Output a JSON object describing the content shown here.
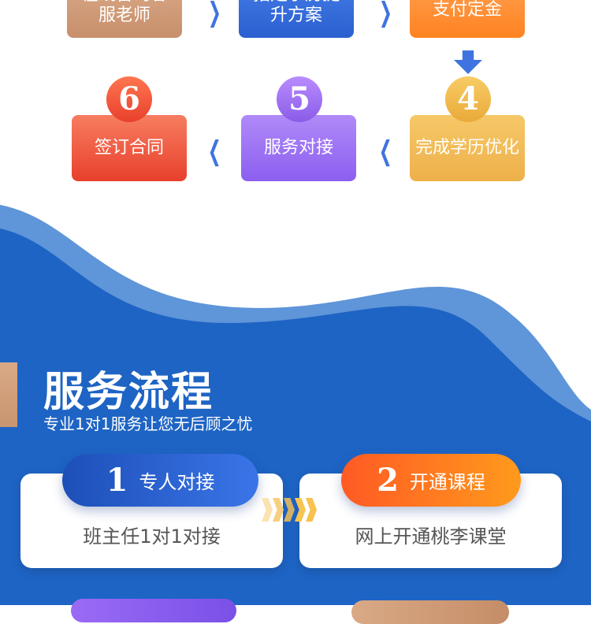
{
  "flow_top": [
    {
      "label": "在线咨询客服老师",
      "visible": "服老师",
      "color": "#c9916c"
    },
    {
      "label": "指定学历提升方案",
      "visible": "升方案",
      "color": "#2f66d8"
    },
    {
      "label": "支付定金",
      "visible": "支付定金",
      "color": "#ff8a2a"
    }
  ],
  "flow_bottom": [
    {
      "num": "6",
      "label": "签订合同",
      "color": "#ee4a32"
    },
    {
      "num": "5",
      "label": "服务对接",
      "color": "#9a6bf2"
    },
    {
      "num": "4",
      "label": "完成学历优化",
      "color": "#f1b848"
    }
  ],
  "section": {
    "title": "服务流程",
    "subtitle": "专业1对1服务让您无后顾之忧"
  },
  "steps": [
    {
      "num": "1",
      "title": "专人对接",
      "desc": "班主任1对1对接"
    },
    {
      "num": "2",
      "title": "开通课程",
      "desc": "网上开通桃李课堂"
    }
  ]
}
